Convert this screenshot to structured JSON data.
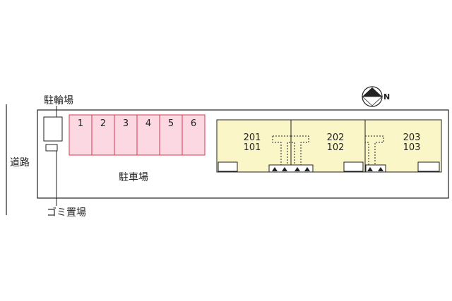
{
  "labels": {
    "road": "道路",
    "bicycle_parking": "駐輪場",
    "garbage": "ゴミ置場",
    "parking": "駐車場",
    "north": "N"
  },
  "parking_spaces": [
    "1",
    "2",
    "3",
    "4",
    "5",
    "6"
  ],
  "units": [
    {
      "upper": "201",
      "lower": "101"
    },
    {
      "upper": "202",
      "lower": "102"
    },
    {
      "upper": "203",
      "lower": "103"
    }
  ],
  "colors": {
    "parking_fill": "#fcd9e2",
    "parking_stroke": "#d9374f",
    "building_fill": "#fbf6c8",
    "site_stroke": "#222222"
  }
}
